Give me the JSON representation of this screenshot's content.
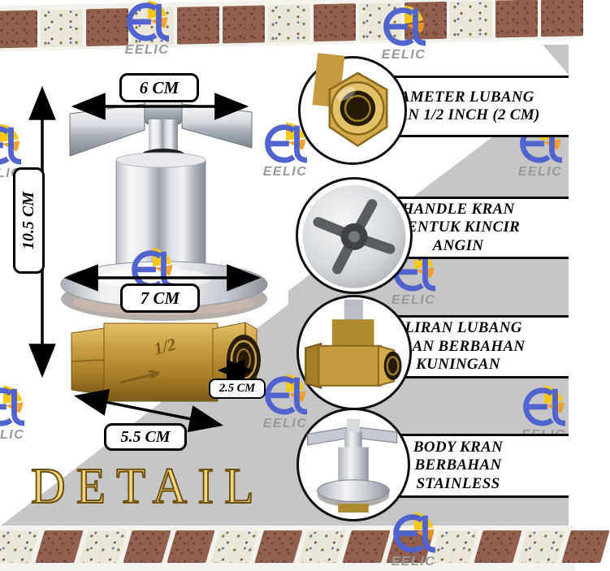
{
  "brand": {
    "watermark": "EELIC"
  },
  "detail_heading": "DETAIL",
  "dimensions": {
    "handle_width": "6 CM",
    "total_height": "10.5 CM",
    "flange_diameter": "7 CM",
    "thread_length": "2.5 CM",
    "body_length": "5.5 CM"
  },
  "product": {
    "body_marking": "1/2"
  },
  "callouts": [
    {
      "lines": [
        "DIAMETER LUBANG",
        "KRAN 1/2 INCH (2 CM)",
        ""
      ]
    },
    {
      "lines": [
        "HANDLE KRAN",
        "BENTUK KINCIR",
        "ANGIN"
      ]
    },
    {
      "lines": [
        "ALIRAN LUBANG",
        "KRAN BERBAHAN",
        "KUNINGAN"
      ]
    },
    {
      "lines": [
        "BODY KRAN",
        "BERBAHAN",
        "STAINLESS"
      ]
    }
  ],
  "colors": {
    "stripe_gray": "#c6c6c6",
    "logo_blue": "#5163cc",
    "logo_yellow": "#f6c81c",
    "logo_orange": "#f29a1f",
    "watermark_gray": "#999999",
    "heading_gold": "#f3d67c",
    "heading_gold_outline": "#6d4f12",
    "tile_brown": "#91604e",
    "tile_cream": "#eae7da",
    "brass": "#c49b3e",
    "chrome": "#cfd2d6"
  }
}
